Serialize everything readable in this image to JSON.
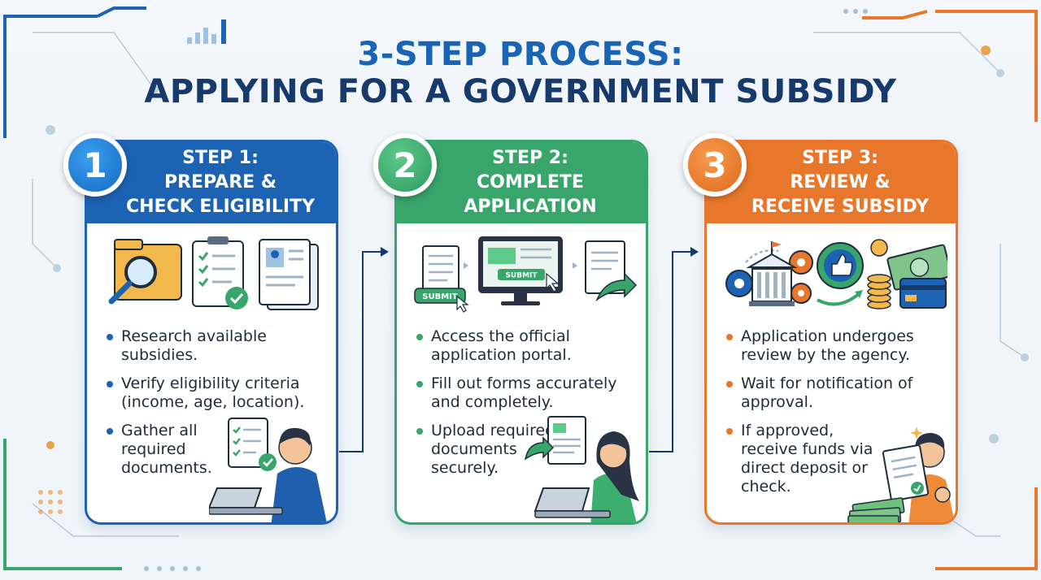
{
  "title": {
    "line1": "3-STEP PROCESS:",
    "line2": "APPLYING FOR A GOVERNMENT SUBSIDY"
  },
  "colors": {
    "step1": "#1c63b4",
    "step2": "#38a56b",
    "step3": "#e9772b",
    "title_primary": "#1a64b5",
    "title_secondary": "#163a6b"
  },
  "steps": [
    {
      "number": "1",
      "heading": [
        "STEP 1:",
        "PREPARE &",
        "CHECK ELIGIBILITY"
      ],
      "bullets": [
        "Research available subsidies.",
        "Verify eligibility criteria (income, age, location).",
        "Gather all required documents."
      ],
      "icons": [
        "folder-magnifier-icon",
        "checklist-clipboard-icon",
        "id-document-icon",
        "person-laptop-icon"
      ]
    },
    {
      "number": "2",
      "heading": [
        "STEP 2:",
        "COMPLETE",
        "APPLICATION"
      ],
      "bullets": [
        "Access the official application portal.",
        "Fill out forms accurately and completely.",
        "Upload required documents securely."
      ],
      "submit_label": "SUBMIT",
      "icons": [
        "document-icon",
        "submit-button-icon",
        "monitor-icon",
        "document-send-icon",
        "person-laptop-icon"
      ]
    },
    {
      "number": "3",
      "heading": [
        "STEP 3:",
        "REVIEW &",
        "RECEIVE SUBSIDY"
      ],
      "bullets": [
        "Application undergoes review by the agency.",
        "Wait for notification of approval.",
        "If approved, receive funds via direct deposit or check."
      ],
      "icons": [
        "government-building-gears-icon",
        "thumbs-up-icon",
        "coins-cash-card-icon",
        "person-document-cash-icon"
      ]
    }
  ]
}
